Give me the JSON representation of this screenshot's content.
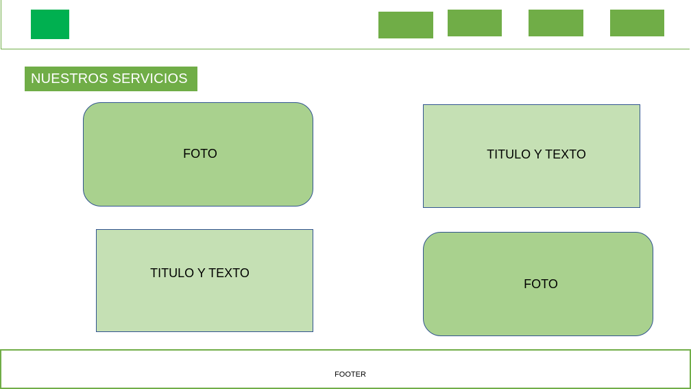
{
  "section": {
    "title": "NUESTROS SERVICIOS"
  },
  "cards": [
    {
      "label": "FOTO"
    },
    {
      "label": "TITULO Y TEXTO"
    },
    {
      "label": "TITULO Y TEXTO"
    },
    {
      "label": "FOTO"
    }
  ],
  "footer": {
    "label": "FOOTER"
  },
  "colors": {
    "accent": "#70ad47",
    "logo": "#00b050",
    "photo_fill": "#a9d18e",
    "text_fill": "#c5e0b4",
    "box_border": "#2f528f"
  }
}
